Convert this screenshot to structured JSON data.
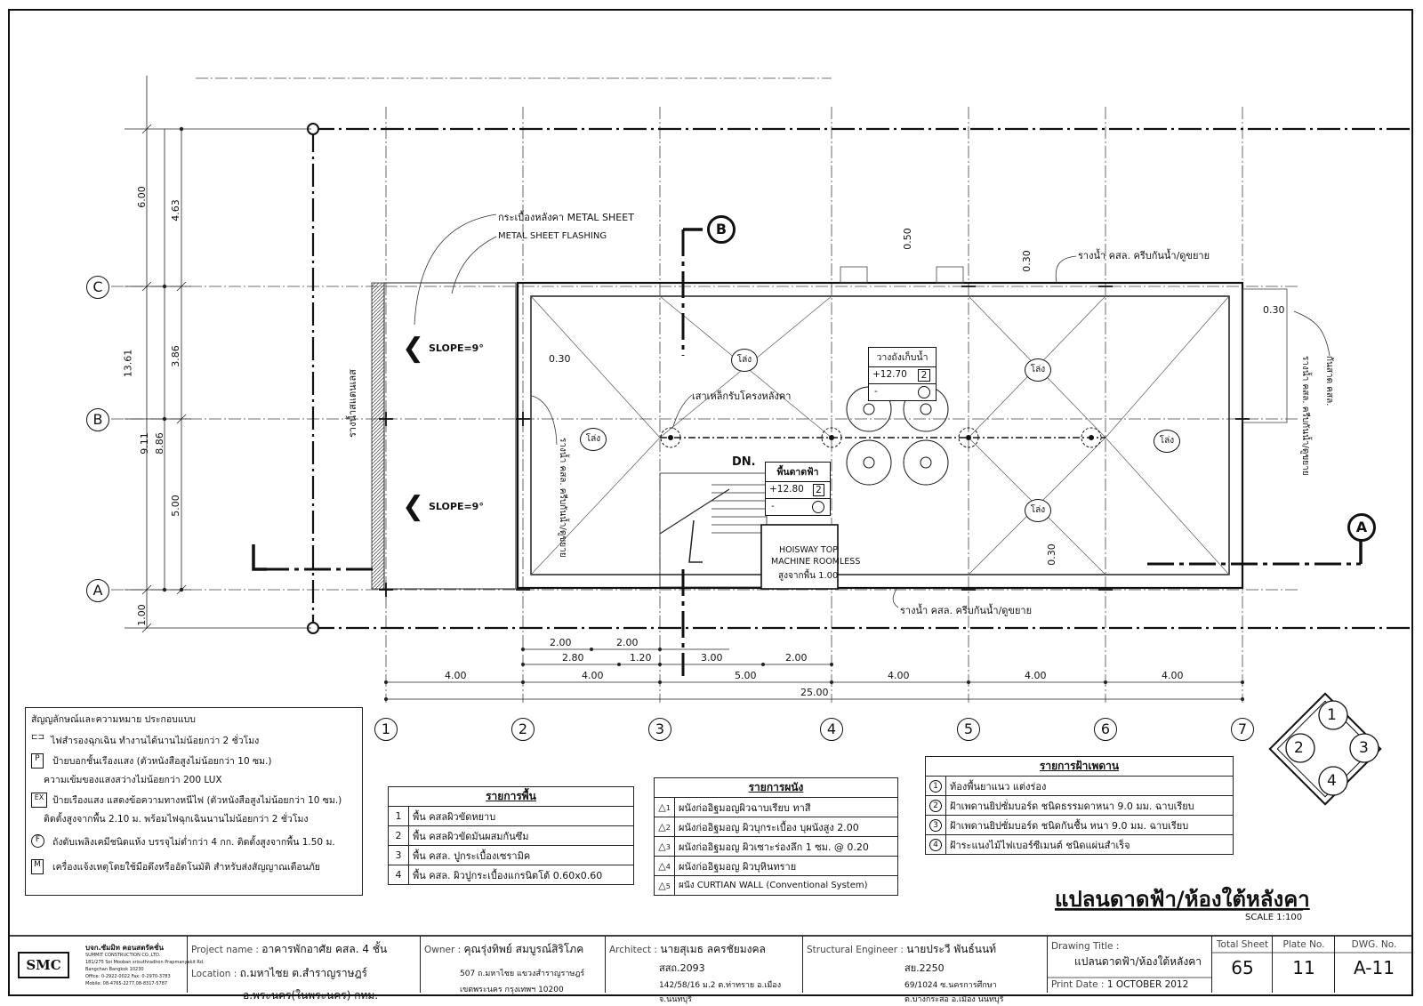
{
  "plan": {
    "grid_columns": [
      "1",
      "2",
      "3",
      "4",
      "5",
      "6",
      "7"
    ],
    "grid_rows": [
      "C",
      "B",
      "A"
    ],
    "section_markers": [
      "B",
      "A"
    ],
    "labels": {
      "roof_sheet": "กระเบื้องหลังคา METAL SHEET",
      "flashing": "METAL SHEET FLASHING",
      "slope": "SLOPE=9°",
      "gutter_stainless": "รางน้ำสแตนเลส",
      "gutter_top": "รางน้ำ คสล. ครีบกันน้ำ/ดูขยาย",
      "gutter_bottom": "รางน้ำ คสล. ครีบกันน้ำ/ดูขยาย",
      "gutter_left": "รางน้ำ คสล. ครีบกันน้ำ/ดูขยาย",
      "gutter_right": "รางน้ำ คสล. ครีบกันน้ำ/ดูขยาย",
      "parapet": "กันสาด คสล.",
      "steel_column": "เสาเหล็กรับโครงหลังคา",
      "water_tank": "วางถังเก็บน้ำ",
      "tank_level": "+12.70",
      "tank_code": "2",
      "tank_ceiling": "-",
      "roof_floor": "พื้นดาดฟ้า",
      "roof_level": "+12.80",
      "roof_code": "2",
      "roof_ceiling": "-",
      "down": "DN.",
      "hoistway_1": "HOISWAY TOP",
      "hoistway_2": "MACHINE ROOMLESS",
      "hoistway_3": "สูงจากพื้น 1.00",
      "void": "โล่ง"
    },
    "dims_left": [
      "6.00",
      "13.61",
      "9.11",
      "1.00"
    ],
    "dims_left2": [
      "4.63",
      "3.86",
      "8.86",
      "5.00"
    ],
    "dims_misc": [
      "0.50",
      "0.30",
      "0.30",
      "0.30",
      "0.30"
    ],
    "dims_bottom_row1": [
      "2.00",
      "2.00"
    ],
    "dims_bottom_row2": [
      "2.80",
      "1.20",
      "3.00",
      "2.00"
    ],
    "dims_bottom_row3": [
      "4.00",
      "4.00",
      "5.00",
      "4.00",
      "4.00",
      "4.00"
    ],
    "dim_total": "25.00"
  },
  "legend": {
    "title": "สัญญลักษณ์และความหมาย ประกอบแบบ",
    "items": [
      {
        "icon": "⊏⊐",
        "text": "ไฟสำรองฉุกเฉิน ทำงานได้นานไม่น้อยกว่า 2 ชั่วโมง",
        "sub": ""
      },
      {
        "icon": "P",
        "text": "ป้ายบอกชั้นเรืองแสง (ตัวหนังสือสูงไม่น้อยกว่า 10 ซม.)",
        "sub": "ความเข้มของแสงสว่างไม่น้อยกว่า 200 LUX"
      },
      {
        "icon": "EX",
        "text": "ป้ายเรืองแสง แสดงข้อความทางหนีไฟ (ตัวหนังสือสูงไม่น้อยกว่า 10 ซม.)",
        "sub": "ติดตั้งสูงจากพื้น 2.10 ม. พร้อมไฟฉุกเฉินนานไม่น้อยกว่า 2 ชั่วโมง"
      },
      {
        "icon": "F",
        "text": "ถังดับเพลิงเคมีชนิดแห้ง บรรจุไม่ต่ำกว่า 4 กก. ติดตั้งสูงจากพื้น 1.50 ม.",
        "sub": ""
      },
      {
        "icon": "M",
        "text": "เครื่องแจ้งเหตุโดยใช้มือดึงหรืออัตโนมัติ สำหรับส่งสัญญาณเตือนภัย",
        "sub": ""
      }
    ]
  },
  "floor_schedule": {
    "title": "รายการพื้น",
    "items": [
      {
        "num": "1",
        "text": "พื้น คสลผิวขัดหยาบ"
      },
      {
        "num": "2",
        "text": "พื้น คสลผิวขัดมันผสมกันซึม"
      },
      {
        "num": "3",
        "text": "พื้น คสล. ปูกระเบื้องเซรามิค"
      },
      {
        "num": "4",
        "text": "พื้น คสล. ผิวปูกระเบื้องแกรนิตโต้ 0.60x0.60"
      }
    ]
  },
  "wall_schedule": {
    "title": "รายการผนัง",
    "items": [
      {
        "num": "1",
        "text": "ผนังก่ออิฐมอญผิวฉาบเรียบ ทาสี"
      },
      {
        "num": "2",
        "text": "ผนังก่ออิฐมอญ ผิวบุกระเบื้อง บุผนังสูง 2.00"
      },
      {
        "num": "3",
        "text": "ผนังก่ออิฐมอญ ผิวเซาะร่องลึก 1 ซม. @ 0.20"
      },
      {
        "num": "4",
        "text": "ผนังก่ออิฐมอญ ผิวบุหินทราย"
      },
      {
        "num": "5",
        "text": "ผนัง CURTIAN WALL  (Conventional System)"
      }
    ]
  },
  "ceiling_schedule": {
    "title": "รายการฝ้าเพดาน",
    "items": [
      {
        "num": "1",
        "text": "ท้องพื้นยาแนว แต่งร่อง"
      },
      {
        "num": "2",
        "text": "ฝ้าเพดานยิปซั่มบอร์ด ชนิดธรรมดาหนา 9.0 มม. ฉาบเรียบ"
      },
      {
        "num": "3",
        "text": "ฝ้าเพดานยิปซั่มบอร์ด ชนิดกันชื้น หนา 9.0 มม. ฉาบเรียบ"
      },
      {
        "num": "4",
        "text": "ฝ้าระแนงไม้ไฟเบอร์ซีเมนต์ ชนิดแผ่นสำเร็จ"
      }
    ]
  },
  "key_plan": [
    "1",
    "2",
    "3",
    "4"
  ],
  "drawing": {
    "title": "แปลนดาดฟ้า/ห้องใต้หลังคา",
    "scale": "SCALE 1:100"
  },
  "title_block": {
    "company_logo": "SMC",
    "company_th": "บจก.ซัมมิท คอนสตรัคชั่น",
    "company_en": "SUMMIT CONSTRUCTION CO.,LTD.",
    "company_addr1": "181/275 Soi Mooban srisuthradhon Prapmanyakit Rd.",
    "company_addr2": "Bangchan Bangkok 10230",
    "company_phone": "Office: 0-2922-0022  Fax: 0-2970-3783",
    "company_mobile": "Mobile: 08-4765-2277,08-8317-5787",
    "project_label": "Project name :",
    "project_value": "อาคารพักอาศัย คสล. 4 ชั้น",
    "location_label": "Location :",
    "location_value1": "ถ.มหาไชย ต.สำราญราษฎร์",
    "location_value2": "อ.พระนคร(ในพระนคร) กทม.",
    "owner_label": "Owner :",
    "owner_value": "คุณรุ่งทิพย์  สมบูรณ์สิริโภค",
    "owner_addr1": "507 ถ.มหาไชย แขวงสำราญราษฎร์",
    "owner_addr2": "เขตพระนคร กรุงเทพฯ 10200",
    "architect_label": "Architect :",
    "architect_value": "นายสุเมธ ลครชัยมงคล",
    "architect_license": "สสถ.2093",
    "architect_addr1": "142/58/16 ม.2 ต.ท่าทราย อ.เมือง",
    "architect_addr2": "จ.นนทบุรี",
    "engineer_label": "Structural Engineer :",
    "engineer_value": "นายประวี พันธ์นนท์",
    "engineer_license": "สย.2250",
    "engineer_addr1": "69/1024 ซ.นครการศึกษา",
    "engineer_addr2": "ต.บางกระสอ อ.เมือง นนทบุรี",
    "drawing_title_label": "Drawing Title :",
    "drawing_title_value": "แปลนดาดฟ้า/ห้องใต้หลังคา",
    "print_date_label": "Print Date :",
    "print_date_value": "1 OCTOBER 2012",
    "total_sheet_label": "Total Sheet",
    "total_sheet_value": "65",
    "plate_label": "Plate No.",
    "plate_value": "11",
    "dwg_label": "DWG. No.",
    "dwg_value": "A-11"
  }
}
